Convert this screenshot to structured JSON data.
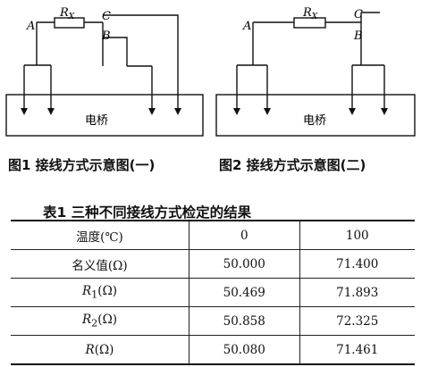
{
  "figure1": {
    "labels": {
      "a": "A",
      "c": "C",
      "b": "B",
      "rx": "R",
      "rx_sub": "X",
      "bridge": "电桥"
    },
    "caption": "图1    接线方式示意图(一)"
  },
  "figure2": {
    "labels": {
      "a": "A",
      "c": "C",
      "b": "B",
      "rx": "R",
      "rx_sub": "X",
      "bridge": "电桥"
    },
    "caption": "图2    接线方式示意图(二)"
  },
  "table": {
    "title": "表1    三种不同接线方式检定的结果",
    "header": [
      "温度(℃)",
      "0",
      "100"
    ],
    "rows": [
      {
        "sym": "",
        "sub": "",
        "unit": "名义值(Ω)",
        "v0": "50.000",
        "v100": "71.400"
      },
      {
        "sym": "R",
        "sub": "1",
        "unit": "(Ω)",
        "v0": "50.469",
        "v100": "71.893"
      },
      {
        "sym": "R",
        "sub": "2",
        "unit": "(Ω)",
        "v0": "50.858",
        "v100": "72.325"
      },
      {
        "sym": "R",
        "sub": "",
        "unit": "(Ω)",
        "v0": "50.080",
        "v100": "71.461"
      }
    ]
  }
}
